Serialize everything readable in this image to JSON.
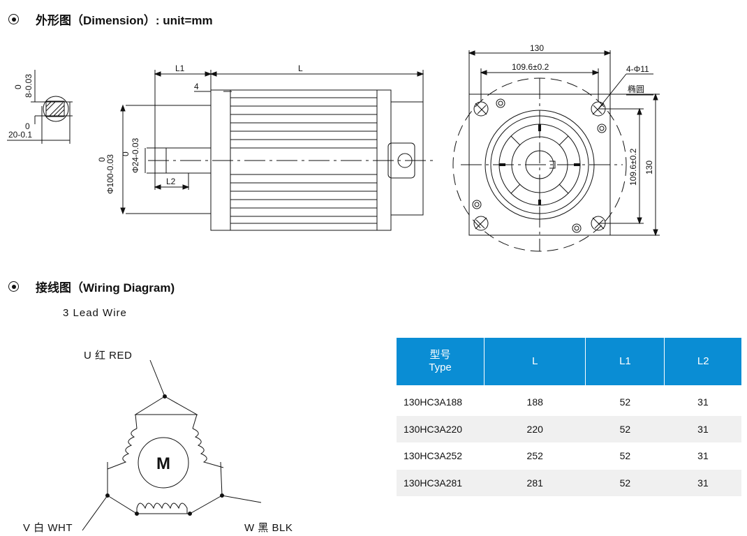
{
  "dimension": {
    "heading": "外形图（Dimension）: unit=mm",
    "side_view": {
      "L1": "L1",
      "L": "L",
      "L2": "L2",
      "four": "4",
      "dia100": "Φ100-0.03",
      "dia100_upper": "0",
      "dia24": "Φ24-0.03",
      "dia24_upper": "0"
    },
    "shaft_section": {
      "key_tol": "8-0.03",
      "key_upper": "0",
      "depth_tol": "20-0.1",
      "depth_upper": "0"
    },
    "front_view": {
      "width_total": "130",
      "hole_spacing": "109.6±0.2",
      "holes": "4-Φ11",
      "ellipse": "椭圆",
      "vert_spacing": "109.6±0.2",
      "vert_total": "130"
    }
  },
  "wiring": {
    "heading": "接线图（Wiring Diagram)",
    "subtitle": "3 Lead Wire",
    "motor_label": "M",
    "leads": {
      "u": "U 红 RED",
      "v": "V 白 WHT",
      "w": "W 黑 BLK"
    }
  },
  "table": {
    "headers": [
      "型号\nType",
      "L",
      "L1",
      "L2"
    ],
    "header_type_cn": "型号",
    "header_type_en": "Type",
    "rows": [
      [
        "130HC3A188",
        "188",
        "52",
        "31"
      ],
      [
        "130HC3A220",
        "220",
        "52",
        "31"
      ],
      [
        "130HC3A252",
        "252",
        "52",
        "31"
      ],
      [
        "130HC3A281",
        "281",
        "52",
        "31"
      ]
    ]
  }
}
